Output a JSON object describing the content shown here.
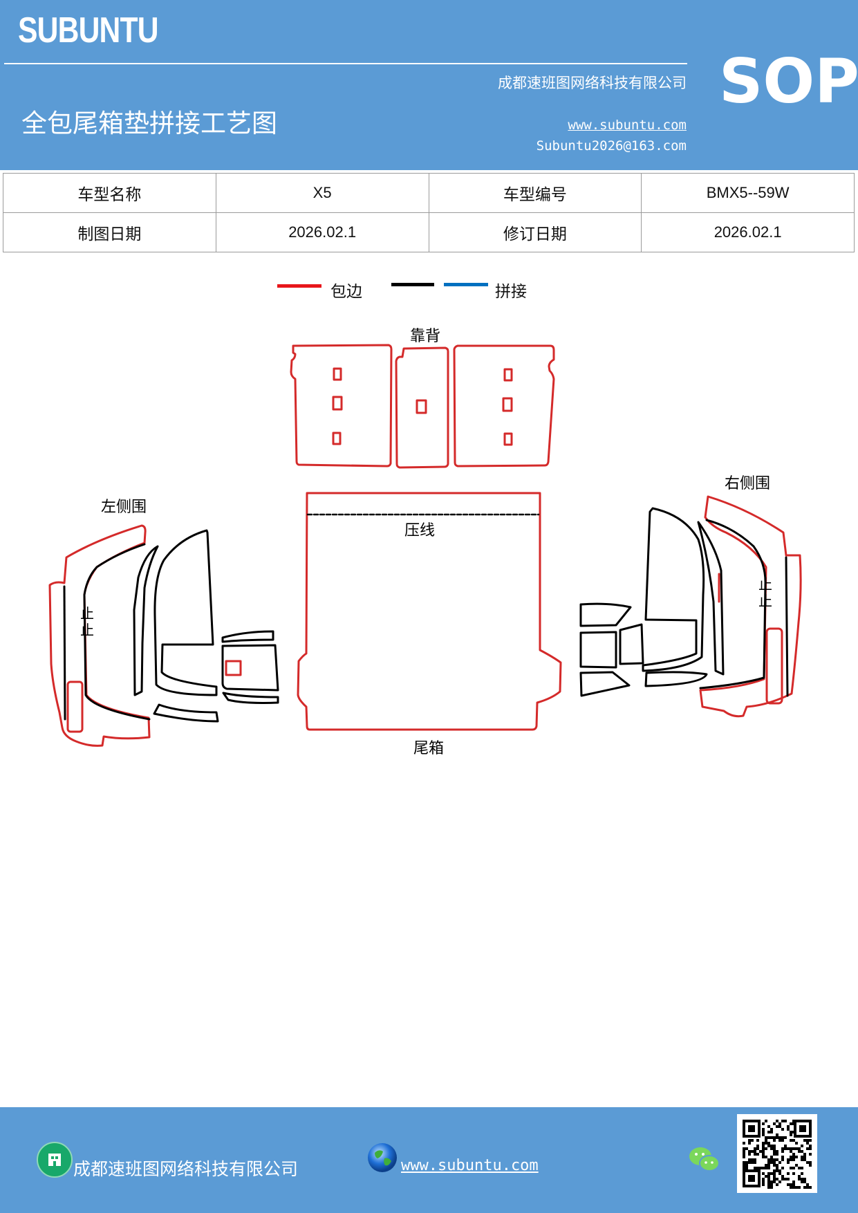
{
  "header": {
    "brand": "SUBUNTU",
    "badge": "SOP",
    "company": "成都速班图网络科技有限公司",
    "title": "全包尾箱垫拼接工艺图",
    "website": "www.subuntu.com",
    "email": "Subuntu2026@163.com"
  },
  "info_table": {
    "rows": [
      {
        "label1": "车型名称",
        "value1": "X5",
        "label2": "车型编号",
        "value2": "BMX5--59W"
      },
      {
        "label1": "制图日期",
        "value1": "2026.02.1",
        "label2": "修订日期",
        "value2": "2026.02.1"
      }
    ]
  },
  "legend": {
    "items": [
      {
        "color": "#e8161b",
        "label": "包边"
      },
      {
        "color": "#000000",
        "label": ""
      },
      {
        "color": "#0070c0",
        "label": "拼接"
      }
    ]
  },
  "diagram": {
    "labels": {
      "backrest": "靠背",
      "left_side": "左侧围",
      "right_side": "右侧围",
      "crease": "压线",
      "trunk": "尾箱",
      "stop_left": "止",
      "stop_left2": "止",
      "stop_right": "止",
      "stop_right2": "止"
    },
    "colors": {
      "edge": "#d42a2a",
      "cut": "#000000"
    }
  },
  "footer": {
    "company": "成都速班图网络科技有限公司",
    "website": "www.subuntu.com",
    "home_icon": "building-icon",
    "globe_icon": "globe-icon",
    "wechat_icon": "wechat-icon"
  }
}
